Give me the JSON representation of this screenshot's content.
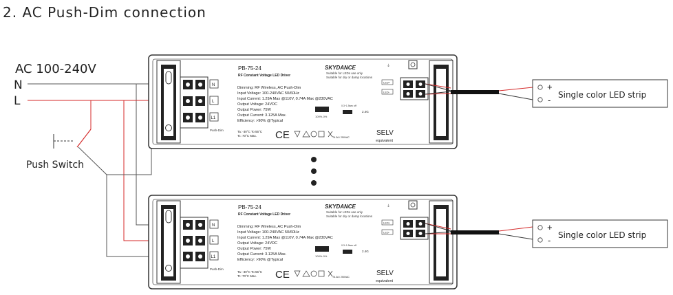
{
  "title": "2. AC Push-Dim connection",
  "power": {
    "label": "AC 100-240V",
    "line_n": "N",
    "line_l": "L"
  },
  "switch_label": "Push Switch",
  "drivers": [
    {
      "model": "PB-75-24",
      "subtitle": "RF Constant Voltage LED Driver",
      "brand": "SKYDANCE",
      "note1": "Suitable for LEDs use only",
      "note2": "Suitable for dry or damp locations",
      "specs": [
        "Dimming: RF Wireless, AC Push-Dim",
        "Input Voltage: 100-240VAC 50/60Hz",
        "Input Current: 1.29A Max @110V, 0.74A Max @230VAC",
        "Output Voltage: 24VDC",
        "Output Power: 75W",
        "Output Current: 3.125A Max.",
        "Efficiency: >90% @Typical"
      ],
      "temps": [
        "Ta: -30°C To 55°C",
        "Tc: 70°C Max."
      ],
      "selv": "SELV",
      "equivalent": "equivalent",
      "terminals": [
        "N",
        "L",
        "L1"
      ],
      "dim_label": "Push-Dim",
      "led_terms": [
        "LED+",
        "LED-"
      ],
      "dim_range": "100%-0%",
      "freq": "2.4G",
      "onoff": "0.3~1.5sec off",
      "fuse": "T6.3A / 250VAC"
    },
    {
      "model": "PB-75-24",
      "subtitle": "RF Constant Voltage LED Driver",
      "brand": "SKYDANCE",
      "note1": "Suitable for LEDs use only",
      "note2": "Suitable for dry or damp locations",
      "specs": [
        "Dimming: RF Wireless, AC Push-Dim",
        "Input Voltage: 100-240VAC 50/60Hz",
        "Input Current: 1.29A Max @110V, 0.74A Max @230VAC",
        "Output Voltage: 24VDC",
        "Output Power: 75W",
        "Output Current: 3.125A Max.",
        "Efficiency: >90% @Typical"
      ],
      "temps": [
        "Ta: -30°C To 55°C",
        "Tc: 70°C Max."
      ],
      "selv": "SELV",
      "equivalent": "equivalent",
      "terminals": [
        "N",
        "L",
        "L1"
      ],
      "dim_label": "Push-Dim",
      "led_terms": [
        "LED+",
        "LED-"
      ],
      "dim_range": "100%-0%",
      "freq": "2.4G",
      "onoff": "0.3~1.5sec off",
      "fuse": "T6.3A / 250VAC"
    }
  ],
  "strips": [
    {
      "label": "Single color LED strip",
      "plus": "+",
      "minus": "-"
    },
    {
      "label": "Single color LED strip",
      "plus": "+",
      "minus": "-"
    }
  ],
  "colors": {
    "wire_red": "#d42a2a",
    "wire_gray": "#666666",
    "outline": "#333333"
  }
}
